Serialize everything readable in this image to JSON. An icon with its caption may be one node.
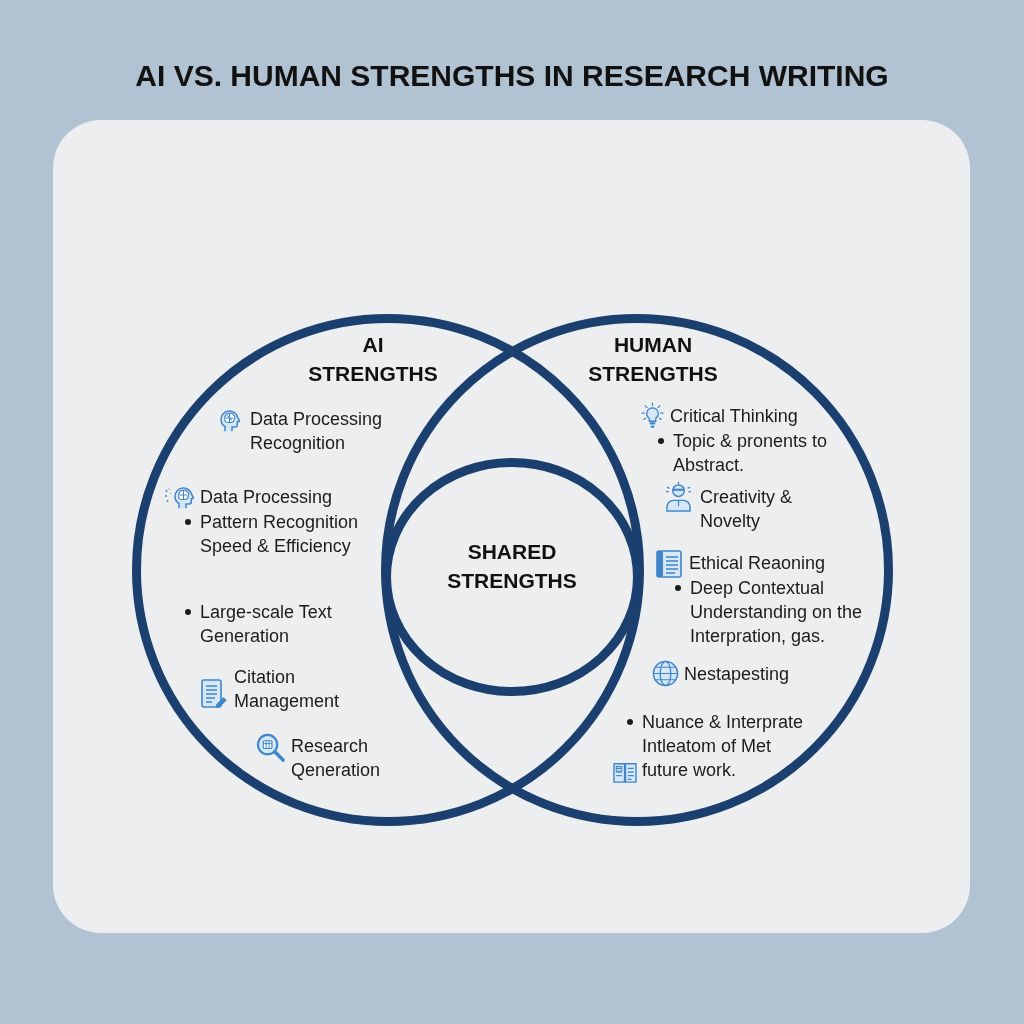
{
  "diagram": {
    "title": "AI VS. HUMAN STRENGTHS IN RESEARCH WRITING",
    "nodes": [
      {
        "text": [
          "AI STRENGTHS",
          "Data Processing Recognition",
          "Data Processing",
          "Pattern Recognition Speed & Efficiency",
          "Large-scale Text Generation",
          "Citation Management",
          "Research Qeneration"
        ]
      },
      {
        "text": [
          "HUMAN STRENGTHS",
          "Critical Thinking",
          "Topic & pronents to Abstract.",
          "Creativity & Novelty",
          "Ethical Reaoning",
          "Deep Contextual Understanding on the Interpration, gas.",
          "Nestapesting",
          "Nuance & Interprate Intleatom of Met future work."
        ]
      },
      {
        "text": [
          "SHARED STRENGTHS"
        ]
      }
    ]
  }
}
